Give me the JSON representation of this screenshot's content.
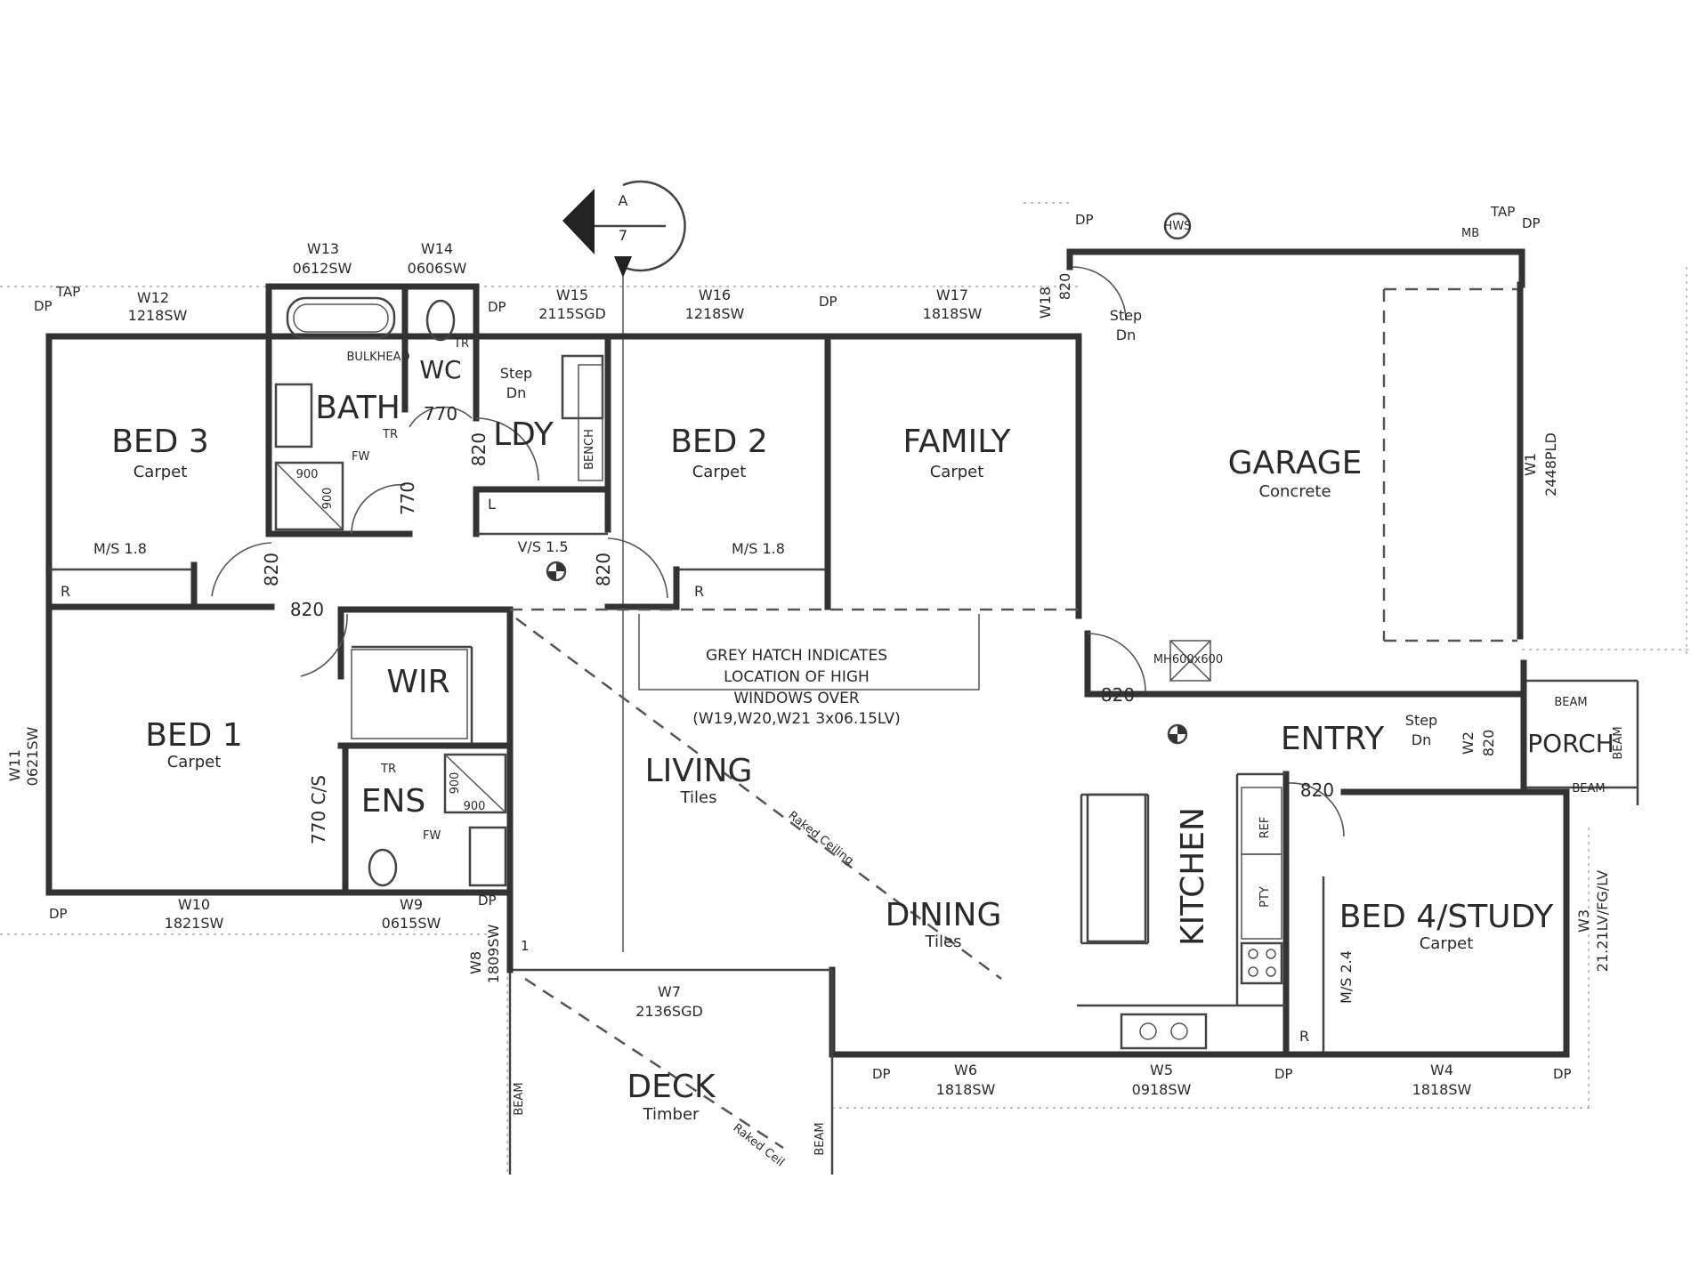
{
  "section_marker": {
    "letter": "A",
    "number": "7"
  },
  "rooms": {
    "bed3": {
      "name": "BED 3",
      "finish": "Carpet",
      "robe": "M/S 1.8",
      "r": "R"
    },
    "bath": {
      "name": "BATH",
      "bulkhead": "BULKHEAD",
      "tr": "TR",
      "fw": "FW",
      "shower_w": "900",
      "shower_d": "900",
      "door": "770"
    },
    "wc": {
      "name": "WC",
      "tr": "TR",
      "door": "770"
    },
    "ldy": {
      "name": "LDY",
      "step1": "Step",
      "step2": "Dn",
      "bench": "BENCH",
      "l": "L",
      "door": "820"
    },
    "bed2": {
      "name": "BED 2",
      "finish": "Carpet",
      "robe": "M/S 1.8",
      "r": "R",
      "door": "820"
    },
    "family": {
      "name": "FAMILY",
      "finish": "Carpet"
    },
    "garage": {
      "name": "GARAGE",
      "finish": "Concrete",
      "mh": "MH600x600",
      "door": "820"
    },
    "bed1": {
      "name": "BED 1",
      "finish": "Carpet",
      "door": "820",
      "door2": "820"
    },
    "wir": {
      "name": "WIR"
    },
    "ens": {
      "name": "ENS",
      "tr": "TR",
      "fw": "FW",
      "cs": "770 C/S",
      "shower_w": "900",
      "shower_d": "900"
    },
    "living": {
      "name": "LIVING",
      "finish": "Tiles"
    },
    "dining": {
      "name": "DINING",
      "finish": "Tiles"
    },
    "kitchen": {
      "name": "KITCHEN",
      "ref": "REF",
      "pty": "PTY"
    },
    "entry": {
      "name": "ENTRY",
      "step1": "Step",
      "step2": "Dn",
      "door": "820"
    },
    "porch": {
      "name": "PORCH",
      "beam_top": "BEAM",
      "beam_side": "BEAM",
      "beam_bottom": "BEAM"
    },
    "bed4": {
      "name": "BED 4/STUDY",
      "finish": "Carpet",
      "robe": "M/S 2.4",
      "r": "R",
      "door": "820"
    },
    "deck": {
      "name": "DECK",
      "finish": "Timber",
      "beam_left": "BEAM",
      "beam_right": "BEAM"
    }
  },
  "windows": {
    "w1": "W1",
    "w1s": "2448PLD",
    "w3": "W3",
    "w3s": "21.21LV/FG/LV",
    "w4": "W4",
    "w4s": "1818SW",
    "w5": "W5",
    "w5s": "0918SW",
    "w6": "W6",
    "w6s": "1818SW",
    "w7": "W7",
    "w7s": "2136SGD",
    "w8": "W8",
    "w8s": "1809SW",
    "w9": "W9",
    "w9s": "0615SW",
    "w10": "W10",
    "w10s": "1821SW",
    "w11": "W11",
    "w11s": "0621SW",
    "w12": "W12",
    "w12s": "1218SW",
    "w13": "W13",
    "w13s": "0612SW",
    "w14": "W14",
    "w14s": "0606SW",
    "w15": "W15",
    "w15s": "2115SGD",
    "w16": "W16",
    "w16s": "1218SW",
    "w17": "W17",
    "w17s": "1818SW",
    "w18": "W18",
    "w18s": "820",
    "w2": "W2",
    "w2s": "820"
  },
  "labels": {
    "dp": "DP",
    "tap": "TAP",
    "hws": "HWS",
    "mb": "MB",
    "vs": "V/S 1.5",
    "step": "Step",
    "dn": "Dn",
    "raked1": "Raked Ceiling",
    "raked2": "Raked Ceil",
    "one": "1",
    "hatch_note": [
      "GREY HATCH INDICATES",
      "LOCATION OF HIGH",
      "WINDOWS OVER",
      "(W19,W20,W21 3x06.15LV)"
    ]
  }
}
